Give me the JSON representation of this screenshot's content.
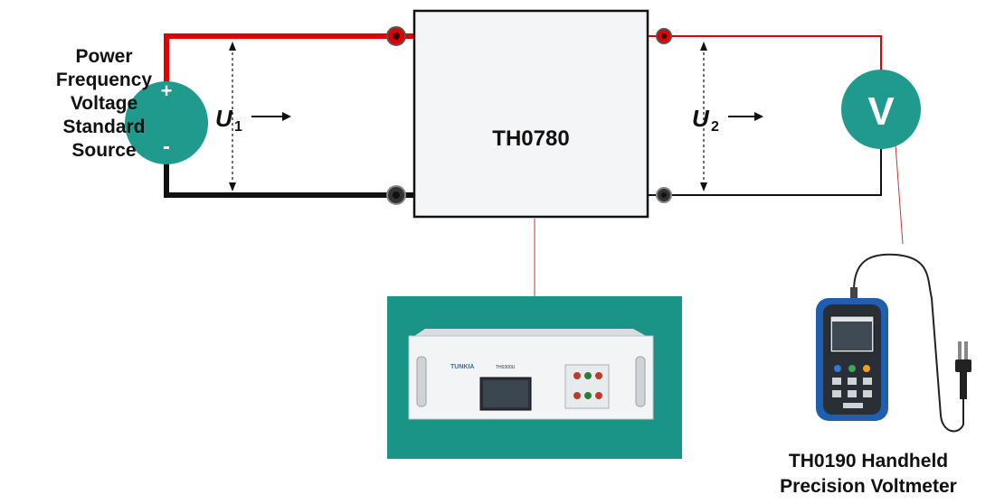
{
  "source": {
    "label_lines": [
      "Power",
      "Frequency",
      "Voltage",
      "Standard",
      "Source"
    ],
    "plus": "+",
    "minus": "-"
  },
  "device": {
    "name": "TH0780"
  },
  "u1": {
    "letter": "U",
    "sub": "1"
  },
  "u2": {
    "letter": "U",
    "sub": "2"
  },
  "meter": {
    "symbol": "V"
  },
  "voltmeter": {
    "label_lines": [
      "TH0190 Handheld",
      "Precision Voltmeter"
    ]
  },
  "instrument": {
    "brand": "TUNKIA",
    "model": "TH0300U"
  },
  "colors": {
    "live_wire": "#e00000",
    "neutral_wire": "#111111",
    "teal": "#1f9a8c",
    "panel_bg": "#1a9486",
    "box_fill": "#f4f5f7",
    "handheld_blue": "#1f5fb0"
  },
  "icons": [
    "ac-source-icon",
    "voltmeter-icon",
    "terminal-icon",
    "arrow-right-icon",
    "rack-instrument-icon",
    "handheld-voltmeter-icon",
    "probe-clip-icon"
  ]
}
